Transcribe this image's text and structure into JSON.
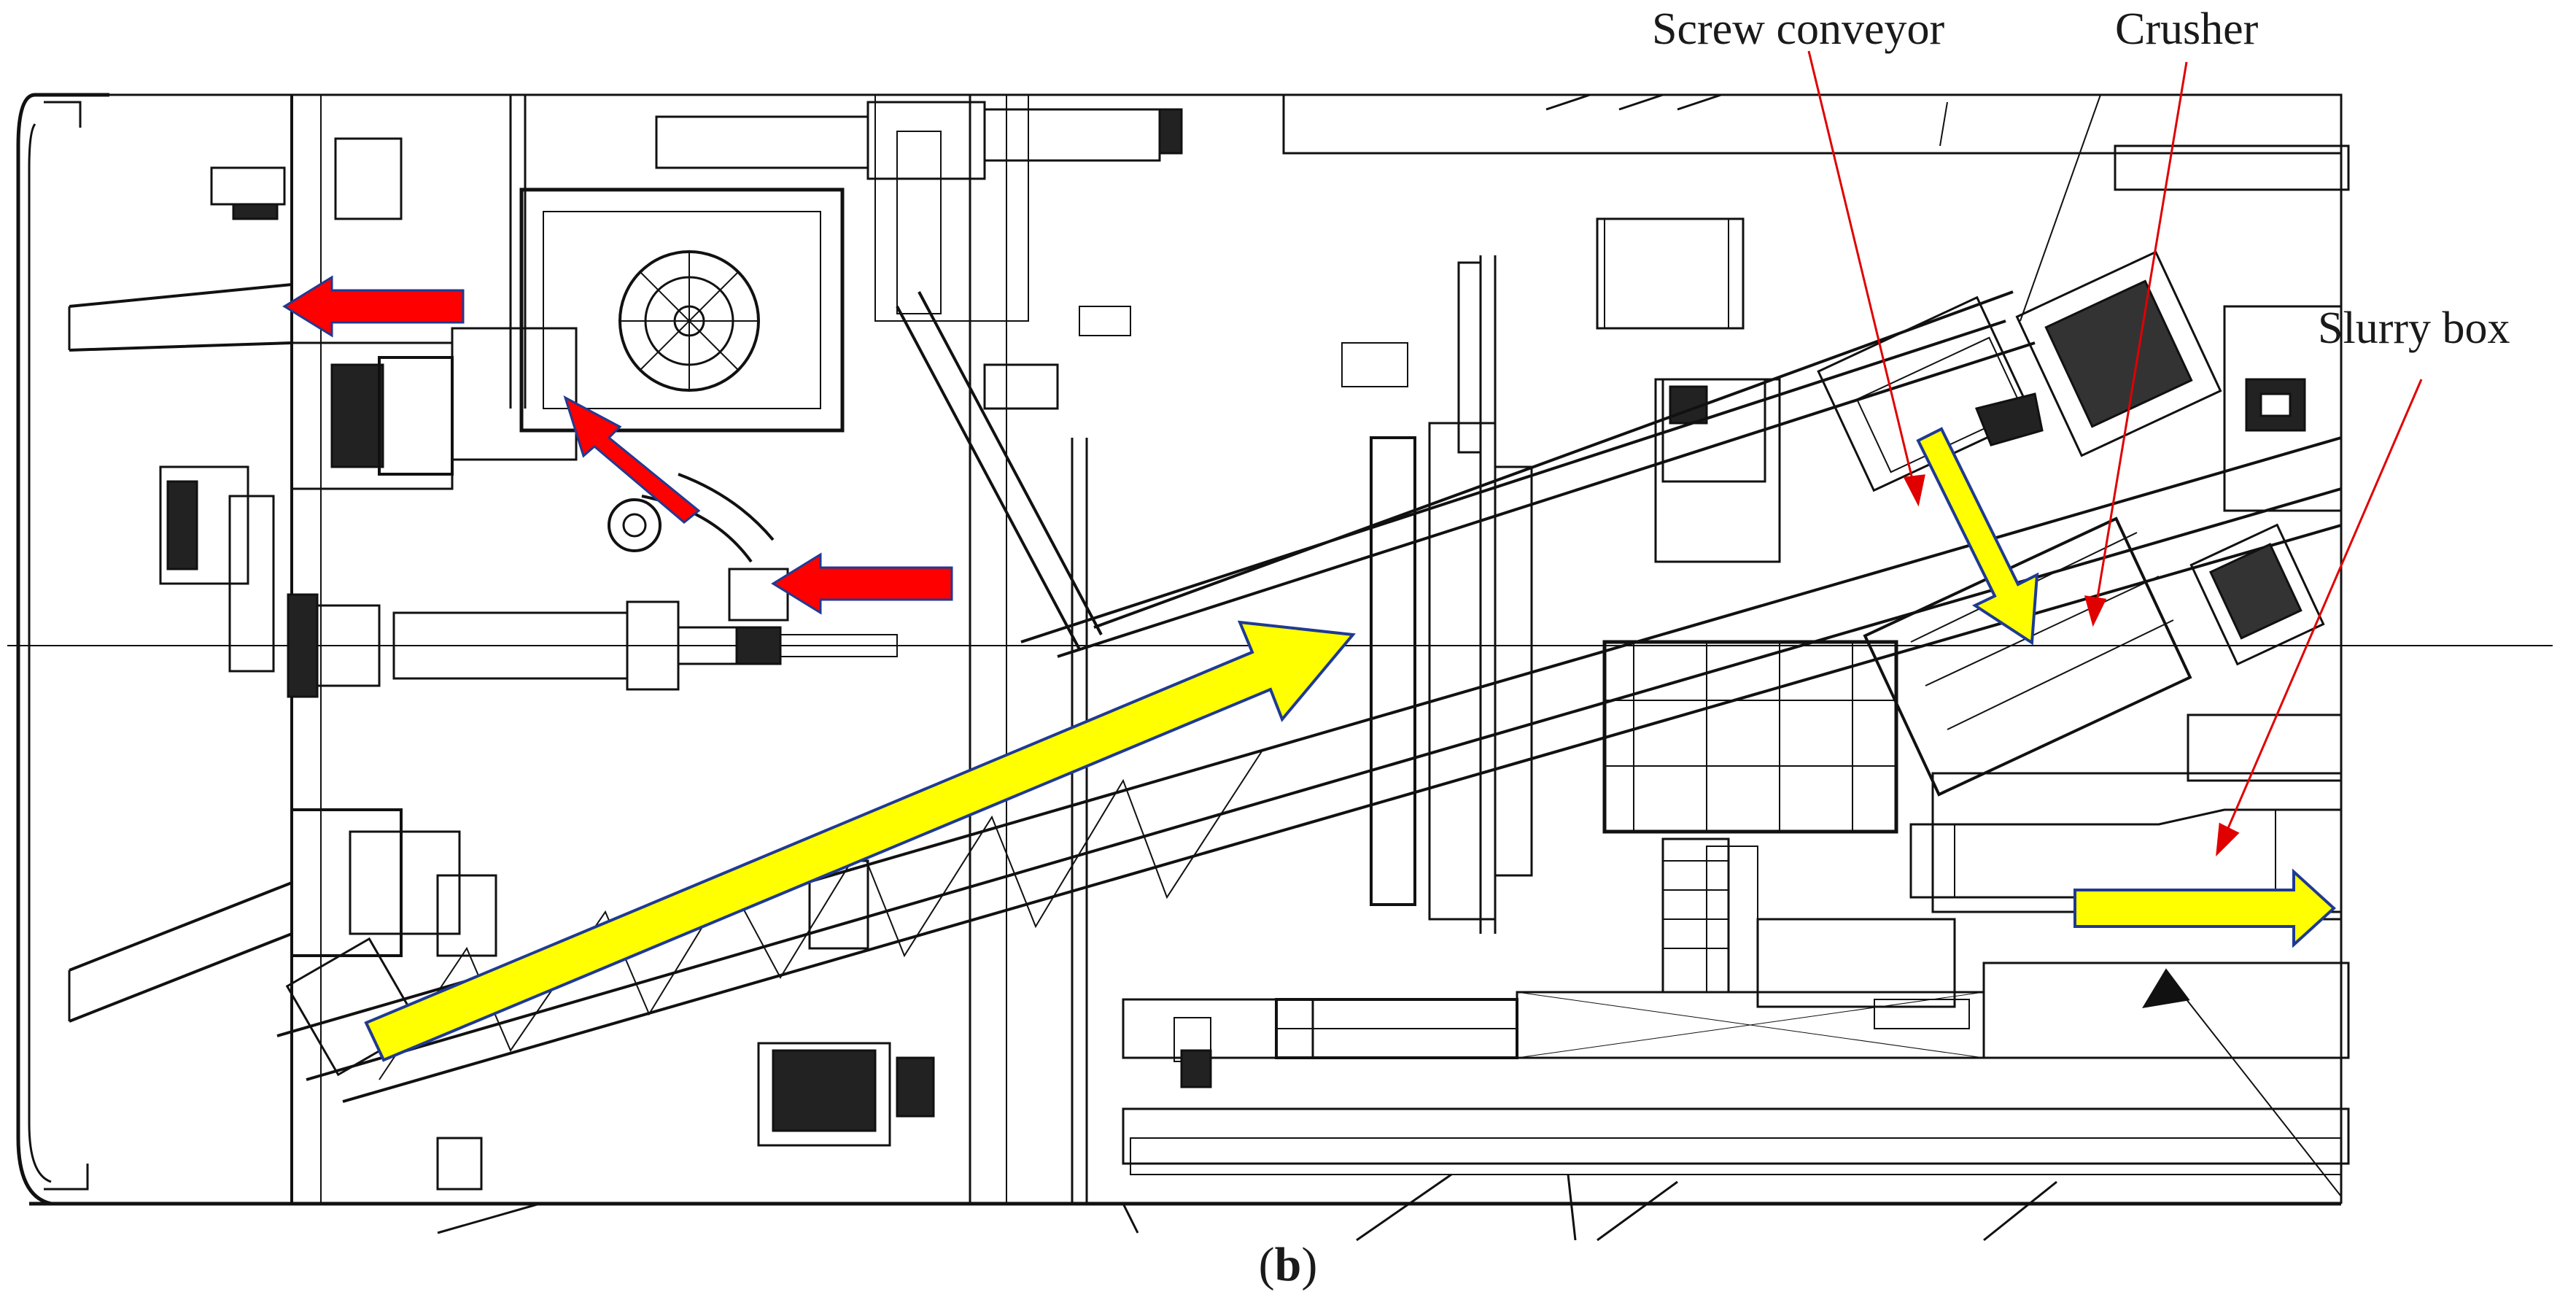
{
  "figure": {
    "caption": {
      "open": "(",
      "letter": "b",
      "close": ")"
    },
    "callouts": [
      {
        "id": "screw-conveyor",
        "text": "Screw conveyor"
      },
      {
        "id": "crusher",
        "text": "Crusher"
      },
      {
        "id": "slurry-box",
        "text": "Slurry box"
      }
    ],
    "colors": {
      "flow_arrow_yellow": "#ffff00",
      "flow_arrow_red": "#ff0000",
      "arrow_outline": "#1f3a93",
      "callout_line": "#e00000",
      "drawing_line": "#111111"
    }
  }
}
